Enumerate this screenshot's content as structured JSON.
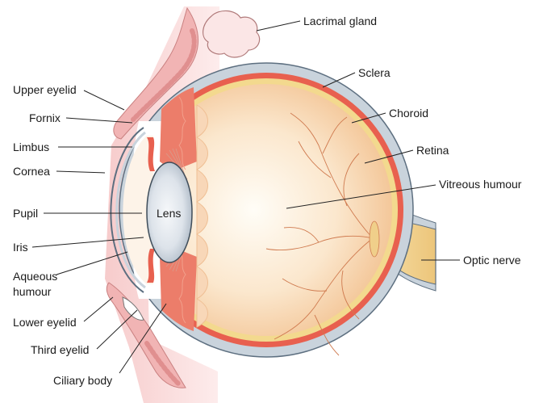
{
  "labels": {
    "lacrimal_gland": "Lacrimal gland",
    "upper_eyelid": "Upper eyelid",
    "sclera": "Sclera",
    "fornix": "Fornix",
    "choroid": "Choroid",
    "limbus": "Limbus",
    "retina": "Retina",
    "cornea": "Cornea",
    "vitreous_humour": "Vitreous humour",
    "pupil": "Pupil",
    "lens": "Lens",
    "iris": "Iris",
    "optic_nerve": "Optic nerve",
    "aqueous_humour_line1": "Aqueous",
    "aqueous_humour_line2": "humour",
    "lower_eyelid": "Lower eyelid",
    "third_eyelid": "Third eyelid",
    "ciliary_body": "Ciliary body"
  },
  "colors": {
    "sclera": "#c9d3dc",
    "sclera_outline": "#5d6f80",
    "choroid": "#e8604f",
    "retina": "#f3d98e",
    "vitreous": "#f8d9b4",
    "eyelid_skin": "#f7c9c9",
    "optic_nerve": "#f0cf8a",
    "lens": "#d8dfe7",
    "vessels": "#cf7a4f"
  }
}
